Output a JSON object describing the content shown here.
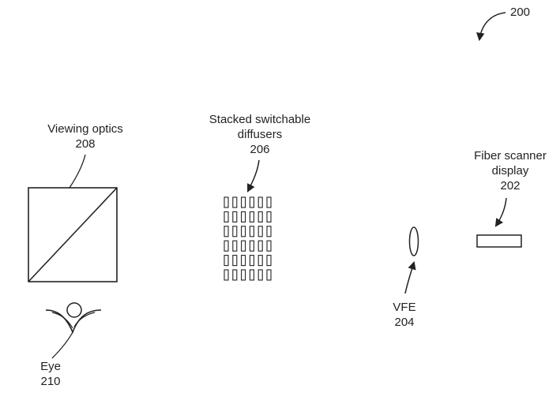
{
  "figure": {
    "ref": "200",
    "components": {
      "viewing_optics": {
        "name": "Viewing optics",
        "ref": "208"
      },
      "diffusers": {
        "name_line1": "Stacked switchable",
        "name_line2": "diffusers",
        "ref": "206"
      },
      "fiber_scanner": {
        "name_line1": "Fiber scanner",
        "name_line2": "display",
        "ref": "202"
      },
      "vfe": {
        "name": "VFE",
        "ref": "204"
      },
      "eye": {
        "name": "Eye",
        "ref": "210"
      }
    },
    "diffuser_grid": {
      "rows": 6,
      "cols": 6
    }
  }
}
